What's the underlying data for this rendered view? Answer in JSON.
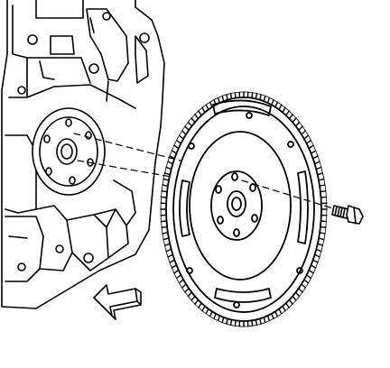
{
  "figure": {
    "subject": "flywheel-installation-exploded-view",
    "parts": [
      "engine-block",
      "crankshaft-flange",
      "flywheel",
      "ring-gear",
      "flywheel-bolt"
    ],
    "direction_indicator": "arrow-pointing-toward-engine-front",
    "colors": {
      "line": "#000000",
      "background": "#ffffff"
    }
  }
}
